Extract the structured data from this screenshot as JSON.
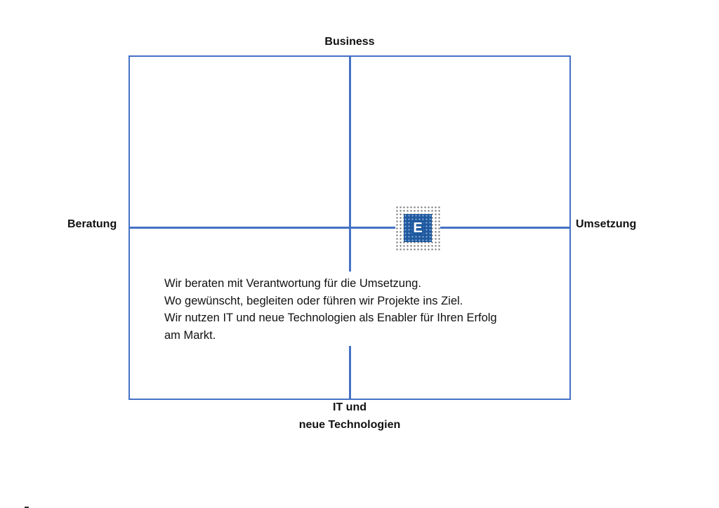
{
  "axes": {
    "top": "Business",
    "left": "Beratung",
    "right": "Umsetzung",
    "bottom_line1": "IT und",
    "bottom_line2": "neue Technologien"
  },
  "description": [
    "Wir beraten mit Verantwortung für die Umsetzung.",
    "Wo gewünscht, begleiten oder führen wir Projekte ins Ziel.",
    "Wir nutzen IT und neue Technologien als Enabler für Ihren Erfolg",
    "am Markt."
  ],
  "logo": {
    "letter": "E"
  },
  "colors": {
    "line": "#4472c4",
    "logo": "#1f5aa0"
  }
}
